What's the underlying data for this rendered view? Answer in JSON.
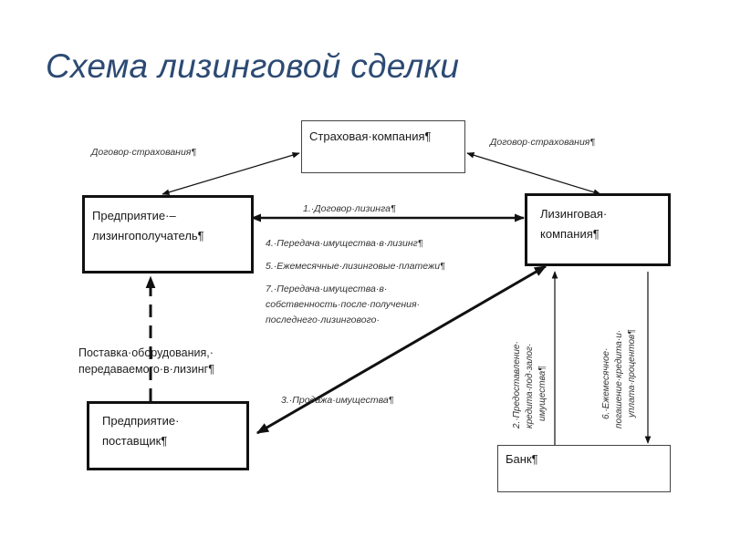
{
  "title": "Схема лизинговой сделки",
  "nodes": {
    "insurance": "Страховая·компания¶",
    "lessee_line1": "Предприятие·–",
    "lessee_line2": "лизингополучатель¶",
    "lessor_line1": "Лизинговая·",
    "lessor_line2": "компания¶",
    "supplier_line1": "Предприятие·",
    "supplier_line2": "поставщик¶",
    "bank": "Банк¶"
  },
  "edges": {
    "insurance_contract_left": "Договор·страхования¶",
    "insurance_contract_right": "Договор·страхования¶",
    "leasing_contract": "1.·Договор·лизинга¶",
    "transfer_to_lease": "4.·Передача·имущества·в·лизинг¶",
    "monthly_payments": "5.·Ежемесячные·лизинговые·платежи¶",
    "ownership_line1": "7.·Передача·имущества·в·",
    "ownership_line2": "собственность·после·получения·",
    "ownership_line3": "последнего·лизингового·",
    "supply_line1": "Поставка·оборудования,·",
    "supply_line2": "передаваемого·в·лизинг¶",
    "sale": "3.·Продажа·имущества¶",
    "credit_line1": "2.·Предоставление·",
    "credit_line2": "кредита·под·залог·",
    "credit_line3": "имущества¶",
    "repay_line1": "6.·Ежемесячное·",
    "repay_line2": "погашение·кредита·и·",
    "repay_line3": "уплата·процентов¶"
  }
}
